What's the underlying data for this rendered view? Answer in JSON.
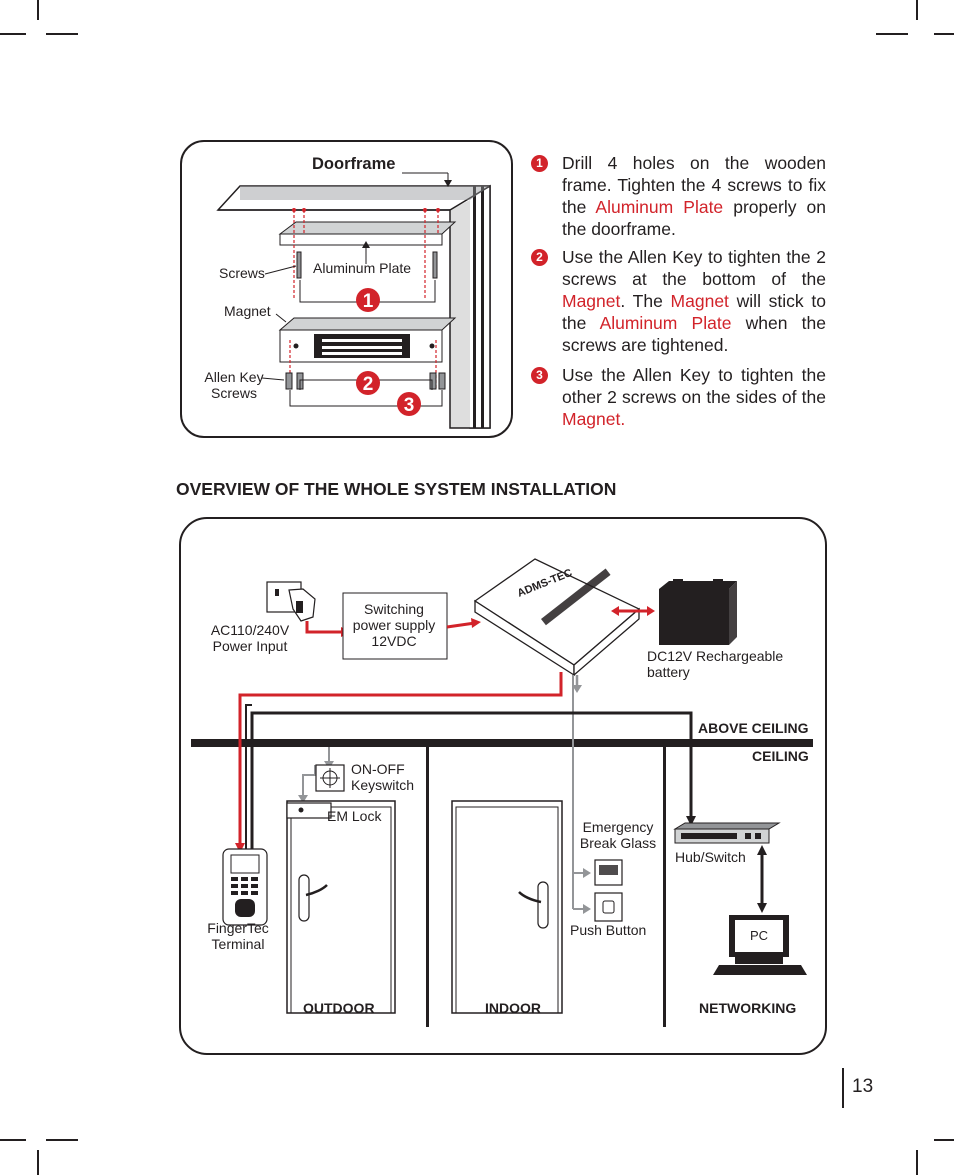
{
  "install_diagram": {
    "doorframe": "Doorframe",
    "screws": "Screws",
    "aluminum_plate": "Aluminum Plate",
    "magnet": "Magnet",
    "allen_key_line1": "Allen Key",
    "allen_key_line2": "Screws",
    "marker_1": "1",
    "marker_2": "2",
    "marker_3": "3"
  },
  "steps": [
    {
      "num": "1",
      "parts": [
        "Drill 4 holes on the wooden frame. Tighten the 4 screws to fix the ",
        "Aluminum Plate",
        " properly on the doorframe."
      ]
    },
    {
      "num": "2",
      "parts": [
        "Use the Allen Key to tighten the 2 screws at the bottom of the ",
        "Magnet",
        ". The ",
        "Magnet",
        " will stick to the ",
        "Aluminum Plate",
        " when the screws are tightened."
      ]
    },
    {
      "num": "3",
      "parts": [
        "Use the Allen Key to tighten the other 2 screws on the sides of the ",
        "Magnet."
      ]
    }
  ],
  "overview": {
    "title": "OVERVIEW OF THE WHOLE SYSTEM INSTALLATION",
    "ac_input_line1": "AC110/240V",
    "ac_input_line2": "Power Input",
    "psu_line1": "Switching",
    "psu_line2": "power supply",
    "psu_line3": "12VDC",
    "controller_brand": "ADMS-TEC",
    "battery_line1": "DC12V Rechargeable",
    "battery_line2": "battery",
    "above_ceiling": "ABOVE CEILING",
    "ceiling": "CEILING",
    "keyswitch_line1": "ON-OFF",
    "keyswitch_line2": "Keyswitch",
    "em_lock": "EM Lock",
    "emergency_line1": "Emergency",
    "emergency_line2": "Break Glass",
    "push_button": "Push Button",
    "hub_switch": "Hub/Switch",
    "pc": "PC",
    "terminal_line1": "FingerTec",
    "terminal_line2": "Terminal",
    "zone_outdoor": "OUTDOOR",
    "zone_indoor": "INDOOR",
    "zone_networking": "NETWORKING"
  },
  "page_number": "13",
  "colors": {
    "accent_red": "#d2232a",
    "ink": "#231f20",
    "wire_gray": "#939598"
  }
}
